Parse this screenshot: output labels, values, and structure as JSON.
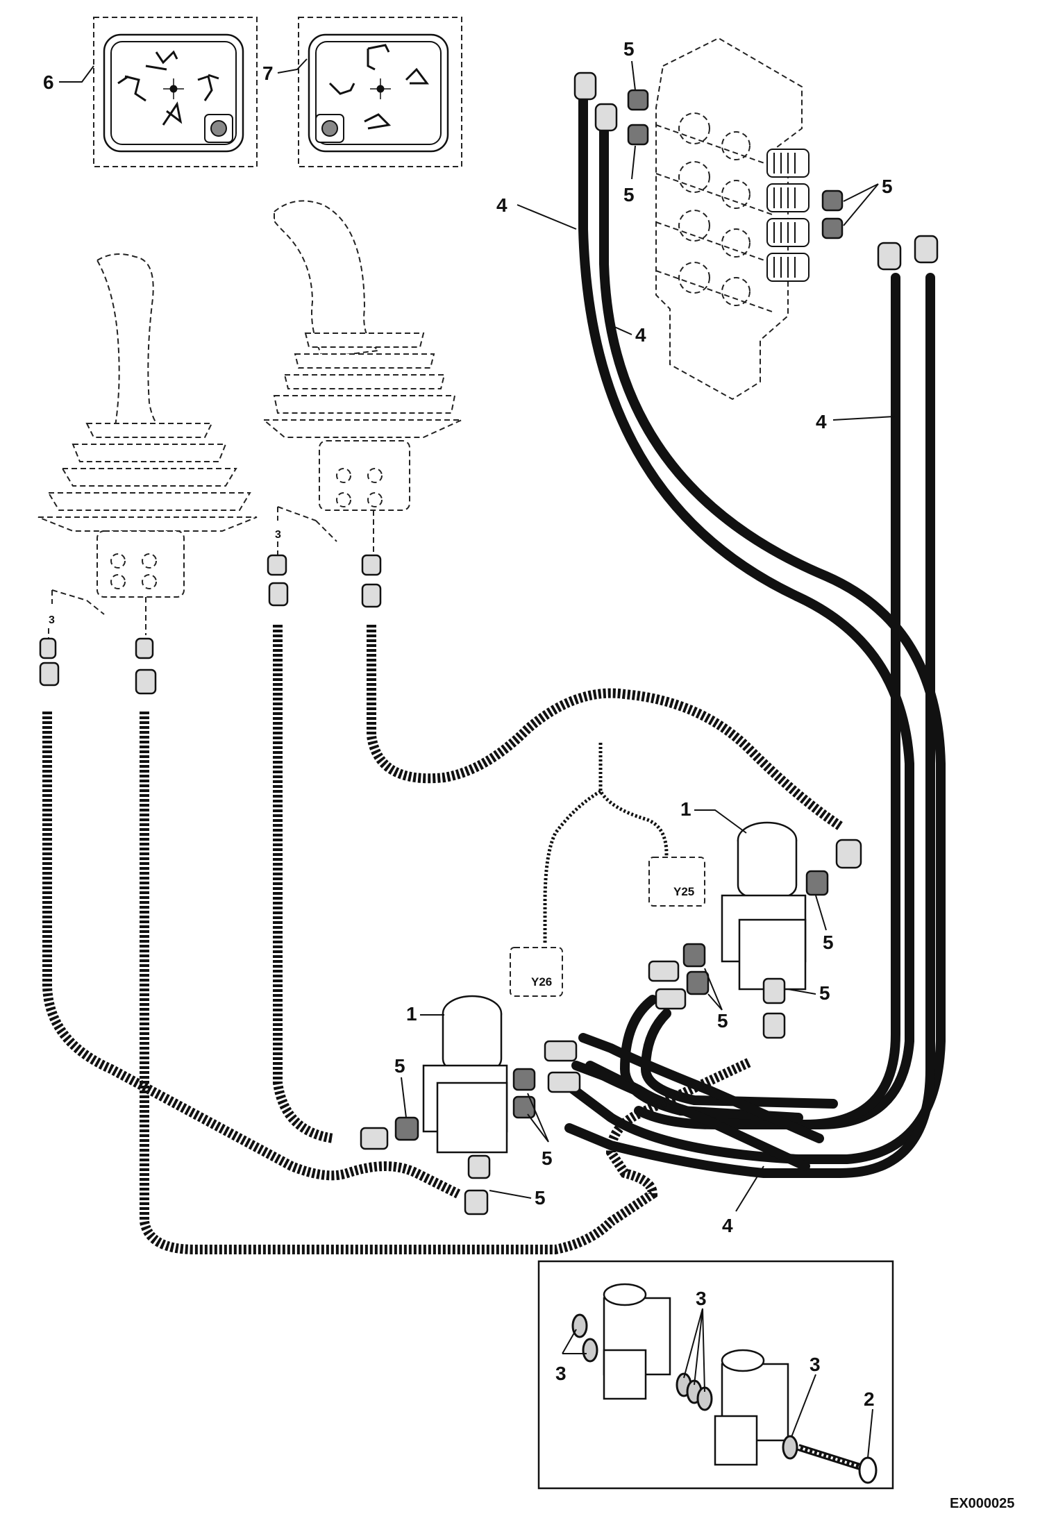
{
  "drawing_number": "EX000025",
  "callouts": {
    "decal_left": "6",
    "decal_right": "7",
    "solenoid_valve": "1",
    "bolt": "2",
    "washer": "3",
    "hose": "4",
    "fitting": "5"
  },
  "valve_labels": {
    "right": "Y25",
    "left": "Y26"
  },
  "colors": {
    "line": "#111111",
    "background": "#ffffff",
    "fitting_fill": "#dddddd"
  }
}
